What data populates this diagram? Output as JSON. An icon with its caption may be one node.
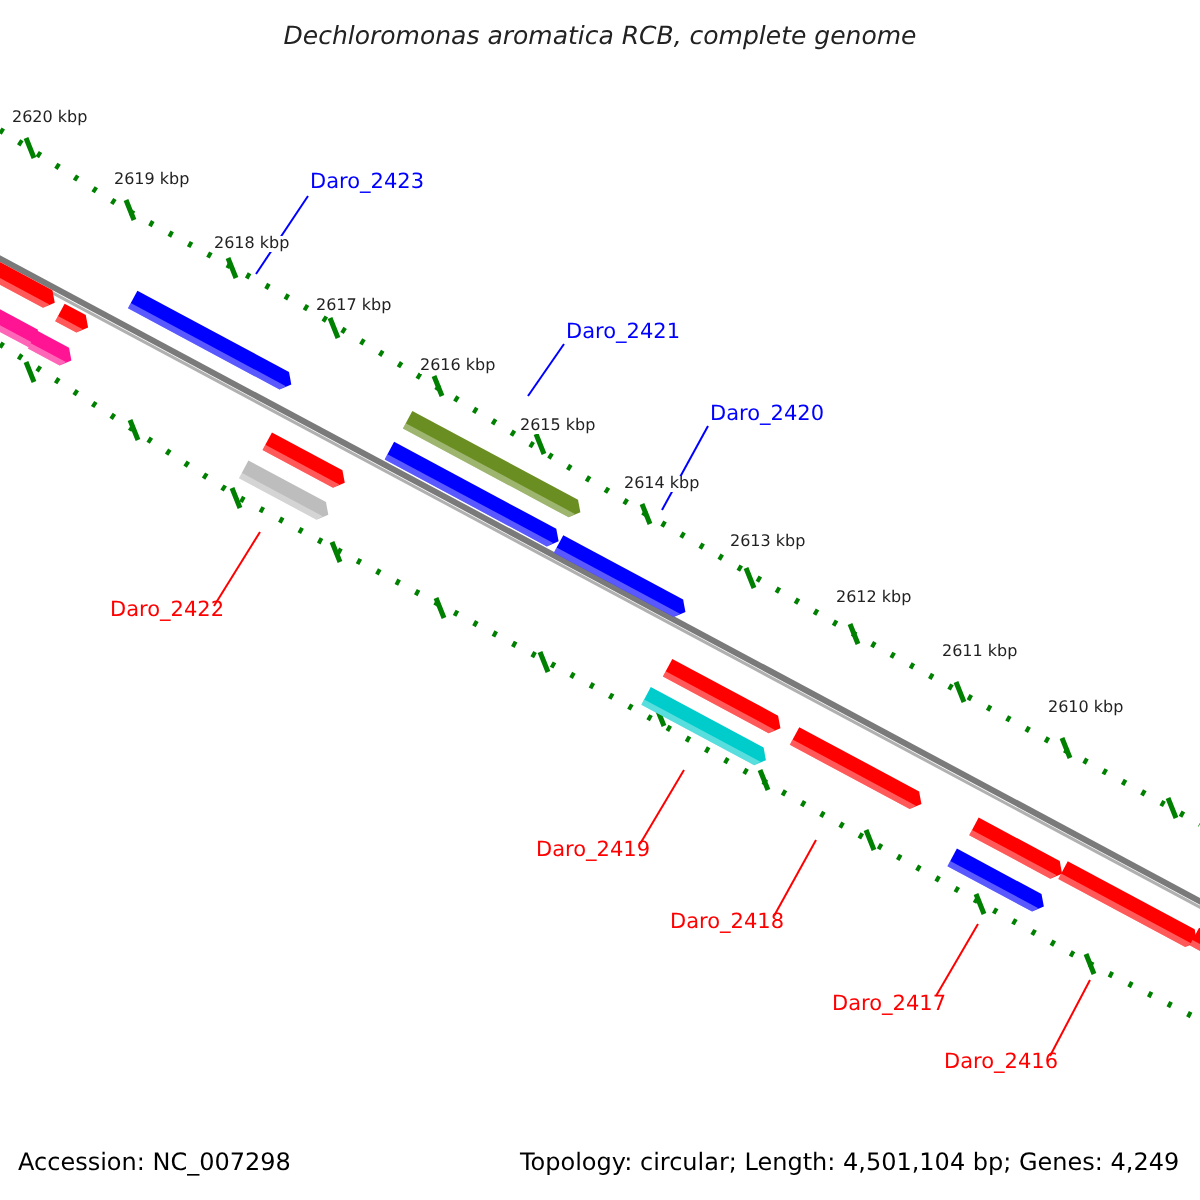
{
  "diagram": {
    "title": "Dechloromonas aromatica RCB, complete genome",
    "nodes": [
      {
        "text": [
          "Daro_2423"
        ]
      },
      {
        "text": [
          "Daro_2421"
        ]
      },
      {
        "text": [
          "Daro_2420"
        ]
      },
      {
        "text": [
          "Daro_2422"
        ]
      },
      {
        "text": [
          "Daro_2419"
        ]
      },
      {
        "text": [
          "Daro_2418"
        ]
      },
      {
        "text": [
          "Daro_2417"
        ]
      },
      {
        "text": [
          "Daro_2416"
        ]
      }
    ],
    "edges": [
      {
        "from": 0,
        "to": null,
        "arrow": "none",
        "color": "#0000ff"
      },
      {
        "from": 1,
        "to": null,
        "arrow": "none",
        "color": "#0000ff"
      },
      {
        "from": 2,
        "to": null,
        "arrow": "none",
        "color": "#0000ff"
      },
      {
        "from": 3,
        "to": null,
        "arrow": "none",
        "color": "#ff0000"
      },
      {
        "from": 4,
        "to": null,
        "arrow": "none",
        "color": "#ff0000"
      },
      {
        "from": 5,
        "to": null,
        "arrow": "none",
        "color": "#ff0000"
      },
      {
        "from": 6,
        "to": null,
        "arrow": "none",
        "color": "#ff0000"
      },
      {
        "from": 7,
        "to": null,
        "arrow": "none",
        "color": "#ff0000"
      }
    ],
    "labels": [
      "2620 kbp",
      "2619 kbp",
      "2618 kbp",
      "2617 kbp",
      "2616 kbp",
      "2615 kbp",
      "2614 kbp",
      "2613 kbp",
      "2612 kbp",
      "2611 kbp",
      "2610 kbp",
      "Accession: NC_007298",
      "Topology: circular; Length: 4,501,104 bp; Genes: 4,249"
    ]
  }
}
